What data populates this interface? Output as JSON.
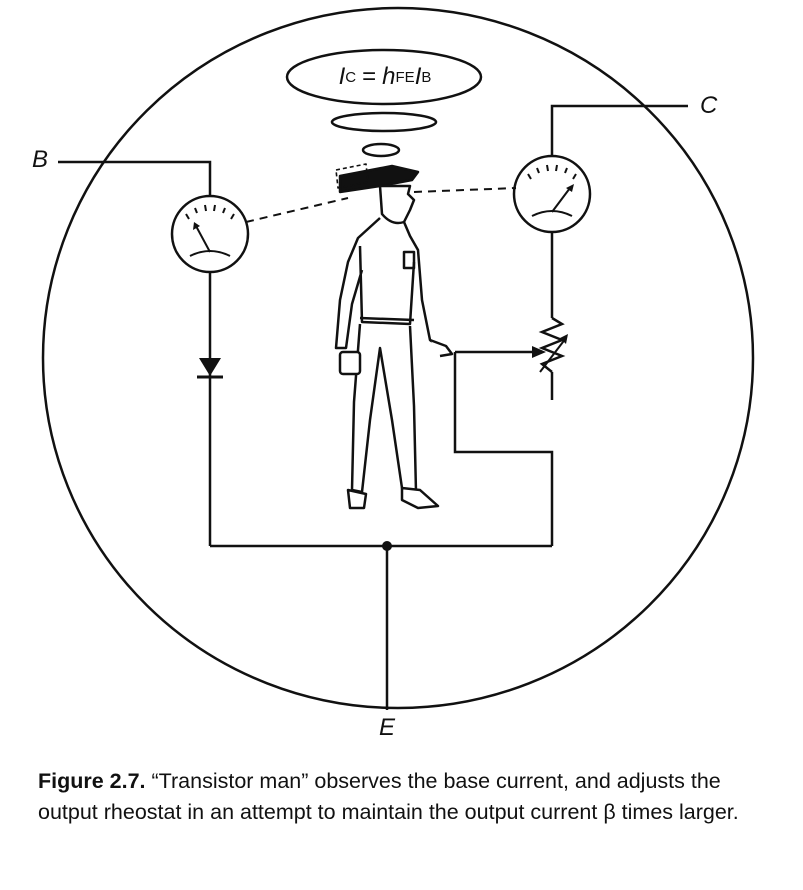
{
  "figure": {
    "terminals": {
      "base": "B",
      "collector": "C",
      "emitter": "E"
    },
    "thought_bubble": {
      "lhs_symbol": "I",
      "lhs_subscript": "C",
      "equals": "=",
      "gain_symbol": "h",
      "gain_subscript": "FE",
      "rhs_symbol": "I",
      "rhs_subscript": "B"
    },
    "colors": {
      "ink": "#111111",
      "background": "#ffffff"
    },
    "icons": [
      "ammeter-icon",
      "diode-icon",
      "rheostat-icon",
      "transistor-man-figure"
    ]
  },
  "caption": {
    "label": "Figure 2.7.",
    "text": " “Transistor man” observes the base current, and adjusts the output rheostat in an attempt to maintain the output current β times larger."
  }
}
